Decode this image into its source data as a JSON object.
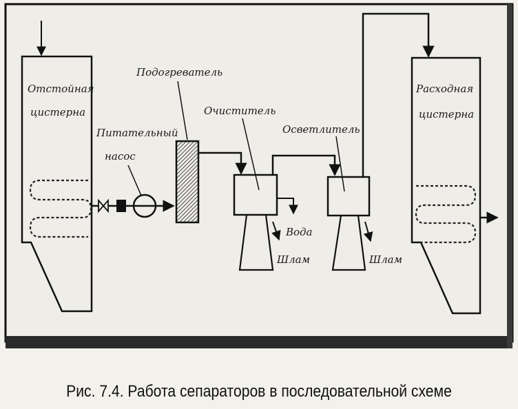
{
  "labels": {
    "settling_tank_line1": "Отстойная",
    "settling_tank_line2": "цистерна",
    "feed_pump_line1": "Питательный",
    "feed_pump_line2": "насос",
    "heater": "Подогреватель",
    "purifier": "Очиститель",
    "clarifier": "Осветлитель",
    "service_tank_line1": "Расходная",
    "service_tank_line2": "цистерна",
    "water": "Вода",
    "sludge_1": "Шлам",
    "sludge_2": "Шлам"
  },
  "caption": "Рис. 7.4. Работа сепараторов в последовательной схеме"
}
